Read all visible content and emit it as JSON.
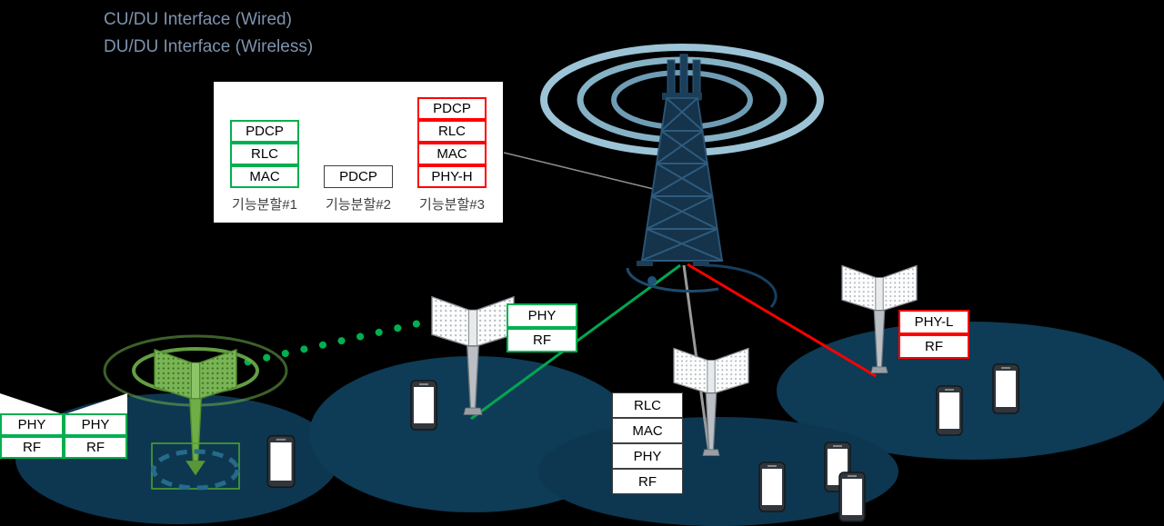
{
  "legend": {
    "line1": "CU/DU Interface (Wired)",
    "line2": "DU/DU Interface (Wireless)"
  },
  "split_panel": {
    "splits": [
      {
        "label": "기능분할#1",
        "color": "#00b050",
        "layers": [
          "PDCP",
          "RLC",
          "MAC"
        ]
      },
      {
        "label": "기능분할#2",
        "color": "#3f3f3f",
        "layers": [
          "PDCP"
        ]
      },
      {
        "label": "기능분할#3",
        "color": "#ff0000",
        "layers": [
          "PDCP",
          "RLC",
          "MAC",
          "PHY-H"
        ]
      }
    ]
  },
  "du_stacks": {
    "left_table": {
      "color": "#00b050",
      "rows": [
        [
          "PHY",
          "PHY"
        ],
        [
          "RF",
          "RF"
        ]
      ]
    },
    "mid": {
      "color": "#00b050",
      "layers": [
        "PHY",
        "RF"
      ]
    },
    "center": {
      "color": "#3f3f3f",
      "layers": [
        "RLC",
        "MAC",
        "PHY",
        "RF"
      ]
    },
    "right": {
      "color": "#ff0000",
      "layers": [
        "PHY-L",
        "RF"
      ]
    }
  },
  "colors": {
    "background": "#000000",
    "legend_text": "#7e93ae",
    "coverage_cell": "#0e3a52",
    "cu_du_link_green": "#00a651",
    "cu_du_link_red": "#ff0000",
    "cu_du_link_gray": "#9a9a9a",
    "du_du_wireless_dotted": "#00b050",
    "cu_tower": "#1b3e59",
    "green_tower": "#70ad47"
  },
  "icons": {
    "cu_tower": "lattice-radio-tower-with-waves",
    "du_tower": "panel-antenna-tower",
    "green_du_tower": "green-panel-antenna-tower-with-waves",
    "phone": "smartphone",
    "coverage": "coverage-cell-ellipse"
  }
}
